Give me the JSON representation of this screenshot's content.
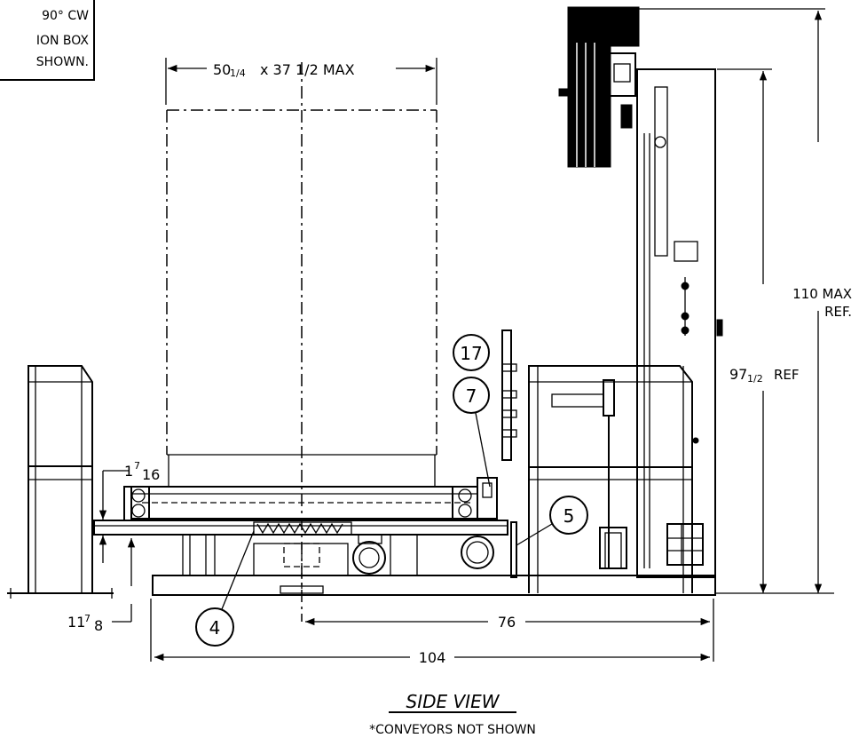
{
  "note": {
    "line1": "90° CW",
    "line2": "ION BOX",
    "line3": "SHOWN."
  },
  "dimensions": {
    "load_width_whole": "50",
    "load_width_frac": "1/4",
    "load_width_rest": "x 37 1/2 MAX",
    "height_max_line1": "110 MAX",
    "height_max_line2": "REF.",
    "height_ref_whole": "97",
    "height_ref_frac": "1/2",
    "height_ref_suffix": "REF",
    "table_offset_whole": "1",
    "table_offset_num": "7",
    "table_offset_den": "16",
    "table_height_whole": "11",
    "table_height_num": "7",
    "table_height_den": "8",
    "center_to_mast": "76",
    "overall_length": "104"
  },
  "balloons": {
    "b17": "17",
    "b7": "7",
    "b5": "5",
    "b4": "4"
  },
  "caption": {
    "title": "SIDE VIEW",
    "note": "*CONVEYORS NOT SHOWN"
  }
}
